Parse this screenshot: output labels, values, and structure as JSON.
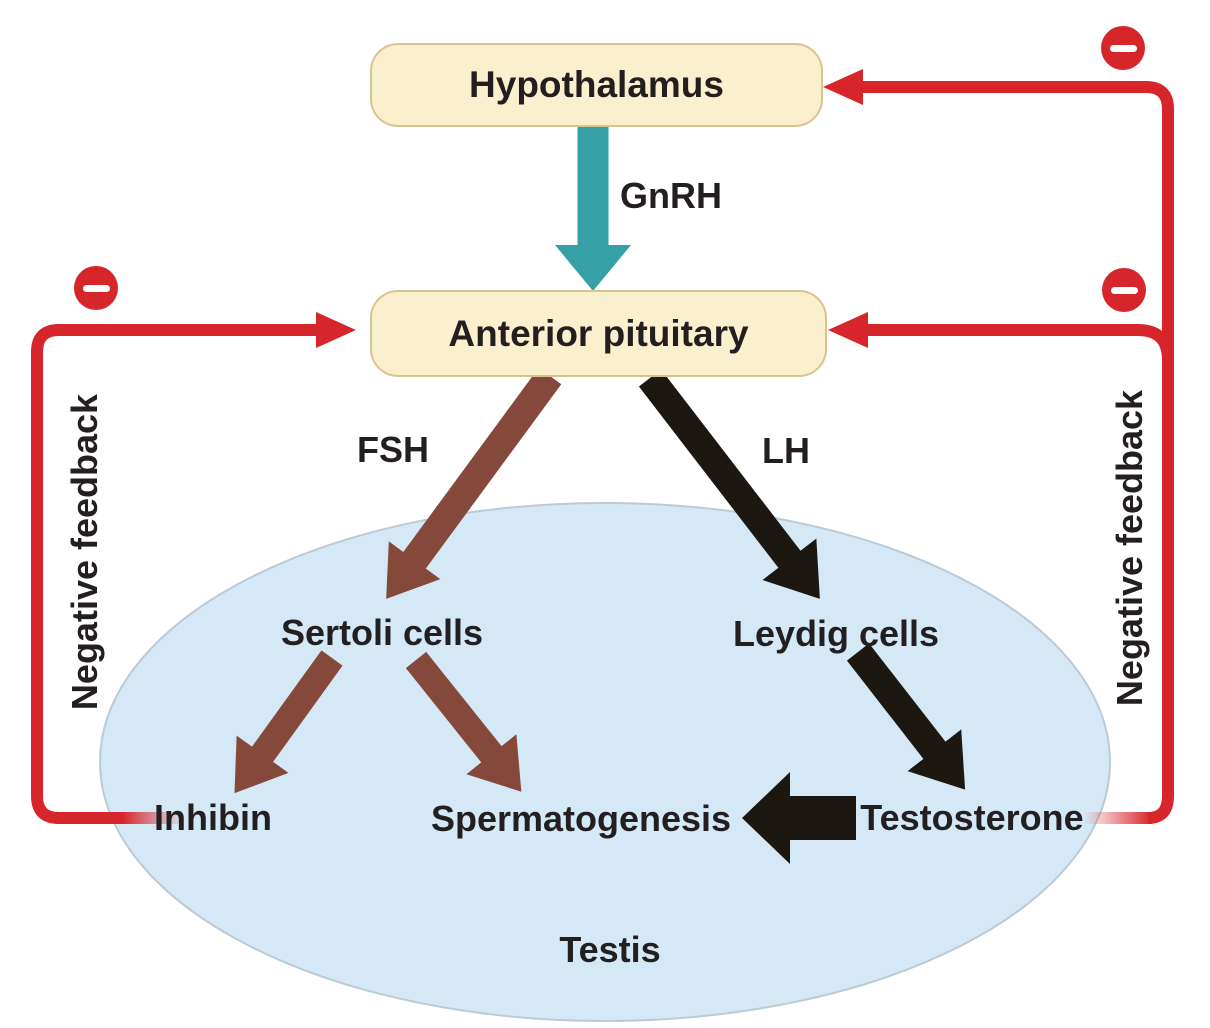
{
  "diagram": {
    "nodes": {
      "hypothalamus": "Hypothalamus",
      "anterior_pituitary": "Anterior pituitary",
      "sertoli_cells": "Sertoli cells",
      "leydig_cells": "Leydig cells",
      "inhibin": "Inhibin",
      "spermatogenesis": "Spermatogenesis",
      "testosterone": "Testosterone",
      "testis": "Testis"
    },
    "hormone_labels": {
      "gnrh": "GnRH",
      "fsh": "FSH",
      "lh": "LH"
    },
    "feedback_labels": {
      "left": "Negative feedback",
      "right": "Negative feedback"
    },
    "icons": {
      "minus": "minus-icon"
    },
    "colors": {
      "node_fill": "#fbf0cd",
      "node_border": "#d8c490",
      "testis_fill": "#d5e8f5",
      "testis_border": "#bccad4",
      "gnrh_teal": "#35a1a7",
      "fsh_brown": "#84493b",
      "lh_black": "#1d1712",
      "feedback_red": "#d6262b",
      "text": "#231f20"
    }
  }
}
